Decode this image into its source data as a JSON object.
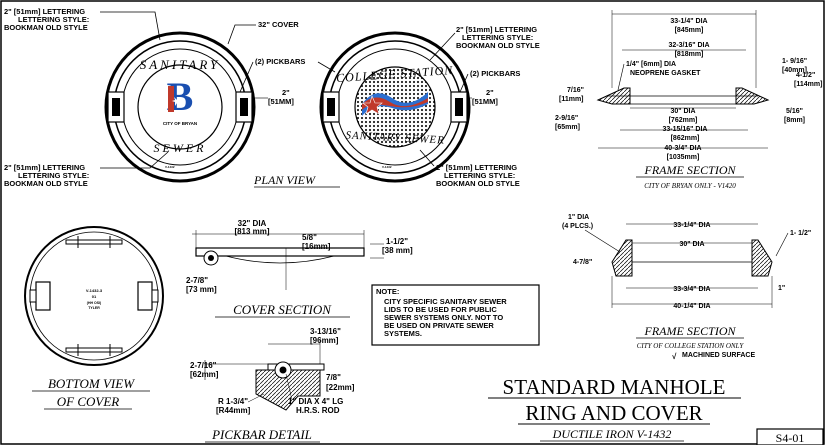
{
  "plan_view": {
    "title": "PLAN VIEW",
    "cover_32": "32\" COVER",
    "pickbars_left": "(2) PICKBARS",
    "pickbars_right": "(2) PICKBARS",
    "dim_2in_a": "2\"",
    "dim_51mm_a": "[51MM]",
    "dim_2in_b": "2\"",
    "dim_51mm_b": "[51MM]",
    "lettering_tl": [
      "2\" [51mm] LETTERING",
      "LETTERING STYLE:",
      "BOOKMAN OLD STYLE"
    ],
    "lettering_bl": [
      "2\" [51mm] LETTERING",
      "LETTERING STYLE:",
      "BOOKMAN OLD STYLE"
    ],
    "lettering_tr": [
      "2\" [51mm] LETTERING",
      "LETTERING STYLE:",
      "BOOKMAN OLD STYLE"
    ],
    "lettering_br": [
      "2\" [51mm] LETTERING",
      "LETTERING STYLE:",
      "BOOKMAN OLD STYLE"
    ],
    "bryan_top": "SANITARY",
    "bryan_bottom": "SEWER",
    "bryan_city": "CITY OF BRYAN",
    "cs_top": "COLLEGE STATION",
    "cs_bottom": "SANITARY SEWER"
  },
  "frame_section_bryan": {
    "title": "FRAME SECTION",
    "subtitle": "CITY OF BRYAN ONLY - V1420",
    "d_33_14": "33-1/4\" DIA",
    "d_845": "[845mm]",
    "d_32_316": "32-3/16\" DIA",
    "d_818": "[818mm]",
    "gasket_1": "1/4\" [6mm] DIA",
    "gasket_2": "NEOPRENE GASKET",
    "d_1_916": "1- 9/16\"",
    "d_40": "[40mm]",
    "d_4_12": "4-1/2\"",
    "d_114": "[114mm]",
    "d_7_16": "7/16\"",
    "d_11": "[11mm]",
    "d_2_916": "2-9/16\"",
    "d_65": "[65mm]",
    "d_30": "30\" DIA",
    "d_762": "[762mm]",
    "d_33_1516": "33-15/16\" DIA",
    "d_862": "[862mm]",
    "d_40_34": "40-3/4\" DIA",
    "d_1035": "[1035mm]",
    "d_5_16": "5/16\"",
    "d_8": "[8mm]"
  },
  "frame_section_cs": {
    "title": "FRAME SECTION",
    "subtitle": "CITY OF COLLEGE STATION ONLY",
    "machined": "MACHINED SURFACE",
    "d_1": "1\" DIA",
    "plcs": "(4 PLCS.)",
    "d_33_14": "33-1/4\" DIA",
    "d_30": "30\" DIA",
    "d_1_12": "1- 1/2\"",
    "d_4_78": "4-7/8\"",
    "d_33_34": "33-3/4\" DIA",
    "d_1b": "1\"",
    "d_40_14": "40-1/4\" DIA"
  },
  "bottom_view": {
    "title_1": "BOTTOM VIEW",
    "title_2": "OF COVER",
    "stamp_1": "V-1432-3",
    "stamp_2": "01",
    "stamp_3": "(HH OSI)",
    "stamp_4": "TYLER"
  },
  "cover_section": {
    "title": "COVER SECTION",
    "d_32": "32\" DIA",
    "d_813": "[813 mm]",
    "d_5_8": "5/8\"",
    "d_16": "[16mm]",
    "d_1_12": "1-1/2\"",
    "d_38": "[38 mm]",
    "d_2_78": "2-7/8\"",
    "d_73": "[73 mm]"
  },
  "note": {
    "heading": "NOTE:",
    "lines": [
      "CITY SPECIFIC SANITARY SEWER",
      "LIDS TO BE USED FOR PUBLIC",
      "SEWER SYSTEMS ONLY.  NOT TO",
      "BE USED ON PRIVATE SEWER",
      "SYSTEMS."
    ]
  },
  "pickbar_detail": {
    "title": "PICKBAR DETAIL",
    "d_3_1316": "3-13/16\"",
    "d_96": "[96mm]",
    "d_2_716": "2-7/16\"",
    "d_62": "[62mm]",
    "d_7_8": "7/8\"",
    "d_22": "[22mm]",
    "r_1": "R 1-3/4\"",
    "r_2": "[R44mm]",
    "rod_1": "1\" DIA X 4\" LG",
    "rod_2": "H.R.S. ROD"
  },
  "title_block": {
    "line1": "STANDARD MANHOLE",
    "line2": "RING AND COVER",
    "line3": "DUCTILE IRON V-1432",
    "sheet_no": "S4-01"
  }
}
